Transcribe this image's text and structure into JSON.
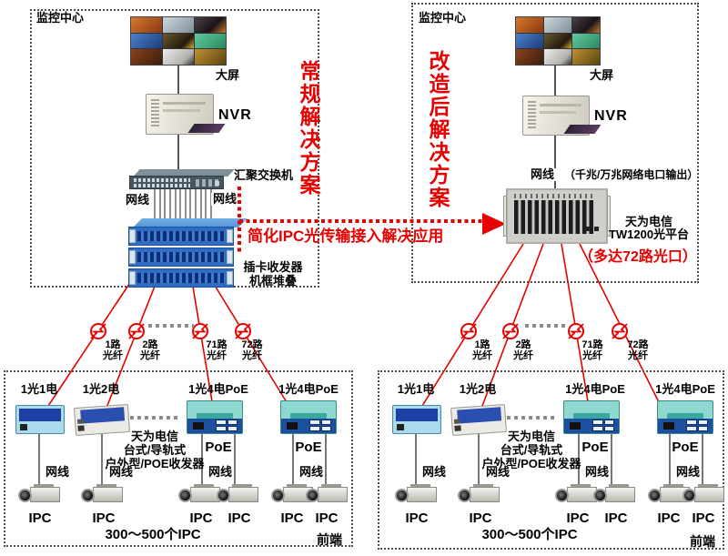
{
  "colors": {
    "accent_red": "#e60000",
    "chassis_blue": "#2e6dc2",
    "device_dark_blue": "#1c4f9e",
    "device_teal": "#8ed8d0",
    "device_light_blue": "#a8dcec",
    "platform_gray": "#cfcfc9"
  },
  "center_left": {
    "box_label": "监控中心",
    "screen_label": "大屏",
    "nvr_label": "NVR",
    "switch_label": "汇聚交换机",
    "cable_label_left": "网线",
    "cable_label_right": "网线",
    "stack_label_1": "插卡收发器",
    "stack_label_2": "机框堆叠",
    "solution_label": "常规解决方案"
  },
  "center_right": {
    "box_label": "监控中心",
    "screen_label": "大屏",
    "nvr_label": "NVR",
    "cable_label": "网线",
    "output_note": "（千兆/万兆网络电口输出）",
    "platform_label_1": "天为电信",
    "platform_label_2": "TW1200光平台",
    "ports_note": "（多达72路光口）",
    "solution_label": "改造后解决方案"
  },
  "arrow": {
    "label": "简化IPC光传输接入解决应用"
  },
  "fibers": {
    "items": [
      {
        "line1": "1路",
        "line2": "光纤"
      },
      {
        "line1": "2路",
        "line2": "光纤"
      },
      {
        "line1": "71路",
        "line2": "光纤"
      },
      {
        "line1": "72路",
        "line2": "光纤"
      }
    ]
  },
  "frontend": {
    "devices": [
      {
        "label": "1光1电"
      },
      {
        "label": "1光2电"
      },
      {
        "label": "1光4电PoE",
        "port_label": "PoE"
      },
      {
        "label": "1光4电PoE",
        "port_label": "PoE"
      }
    ],
    "note_1": "天为电信",
    "note_2": "台式/导轨式",
    "note_3": "户外型/POE收发器",
    "cable_label": "网线",
    "camera_label": "IPC",
    "count_note": "300～500个IPC",
    "corner_label": "前端"
  }
}
